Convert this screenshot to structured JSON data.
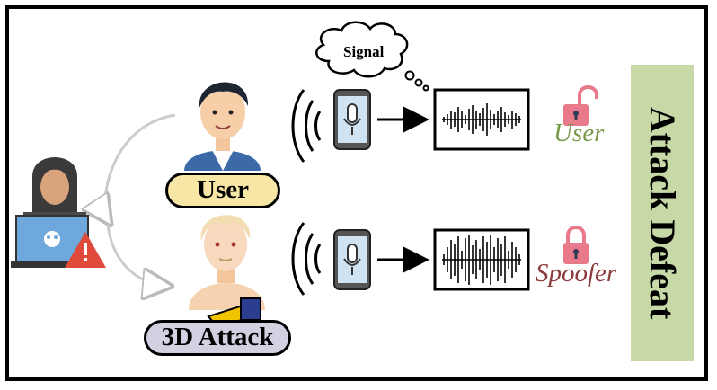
{
  "labels": {
    "user_badge": "User",
    "attack_badge": "3D Attack",
    "signal": "Signal",
    "result_user": "User",
    "result_spoofer": "Spoofer",
    "side_title": "Attack Defeat"
  },
  "colors": {
    "user_badge": "#f7e6a6",
    "attack_badge": "#d5cfe2",
    "side_panel": "#c6d9a7",
    "result_user": "#7a9a4c",
    "result_spoofer": "#8b3b3b",
    "lock": "#e87a8c"
  },
  "icons": {
    "attacker": "hacker-icon",
    "user": "user-avatar-icon",
    "attack": "3d-head-icon",
    "phone": "smartphone-mic-icon",
    "lock_open": "unlocked-padlock-icon",
    "lock_closed": "locked-padlock-icon"
  }
}
